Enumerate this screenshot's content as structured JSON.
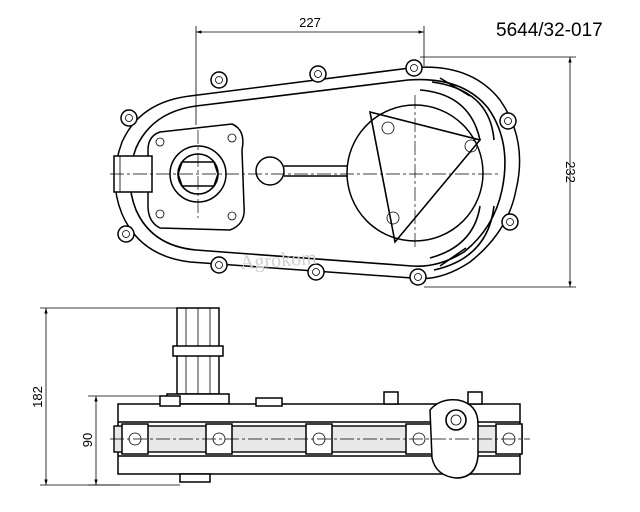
{
  "title_block": {
    "part_number": "5644/32-017"
  },
  "dimensions": {
    "top_width": "227",
    "top_height": "232",
    "side_total_height": "182",
    "side_body_height": "90"
  },
  "watermark": "Agrokom"
}
